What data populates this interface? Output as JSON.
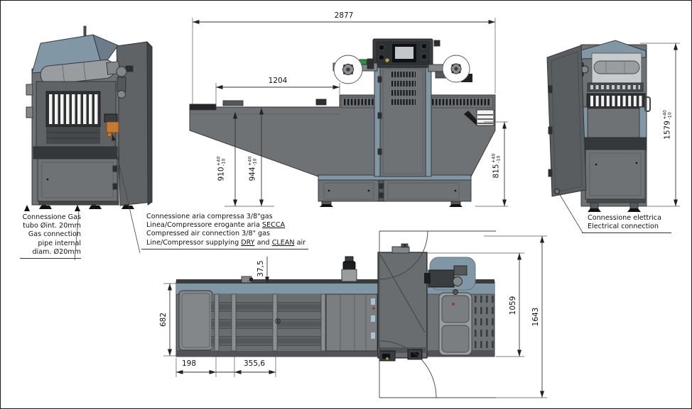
{
  "drawing_title": "Tray sealer machine dimensional drawing (front, side and top views)",
  "dimensions": {
    "overall_length": {
      "value": "2877"
    },
    "infeed_length": {
      "value": "1204"
    },
    "belt_height": {
      "value": "910",
      "plus": "+40",
      "minus": "-10"
    },
    "table_height": {
      "value": "944",
      "plus": "+40",
      "minus": "-10"
    },
    "outfeed_height": {
      "value": "815",
      "plus": "+40",
      "minus": "-10"
    },
    "machine_height": {
      "value": "1579",
      "plus": "+40",
      "minus": "-10"
    },
    "edge_offset": {
      "value": "37,5"
    },
    "body_width": {
      "value": "682"
    },
    "depth_closed": {
      "value": "1059"
    },
    "depth_doors_open": {
      "value": "1643"
    },
    "infeed_offset": {
      "value": "198"
    },
    "tool_pitch": {
      "value": "355,6"
    }
  },
  "annotations": {
    "gas": {
      "lines": [
        "Connessione Gas",
        "tubo Øint. 20mm",
        "Gas connection",
        "pipe internal",
        "diam. Ø20mm"
      ]
    },
    "air": {
      "line1": "Connessione aria compressa 3/8\"gas",
      "line2_text": "Linea/Compressore erogante aria ",
      "line2_underlined": "SECCA",
      "line3": "Compressed air connection 3/8\" gas",
      "line4_text": "Line/Compressor supplying ",
      "line4_underlined1": "DRY",
      "line4_text2": " and ",
      "line4_underlined2": "CLEAN",
      "line4_text3": " air"
    },
    "electrical": {
      "lines": [
        "Connessione elettrica",
        "Electrical connection"
      ]
    }
  },
  "colors": {
    "body_gray": "#6F7274",
    "panel_light": "#84878A",
    "panel_dark": "#3A3D3F",
    "accent_blue": "#8197A6",
    "gas_orange": "#C47A35",
    "line_color": "#2E3032",
    "dimension_color": "#333333"
  }
}
